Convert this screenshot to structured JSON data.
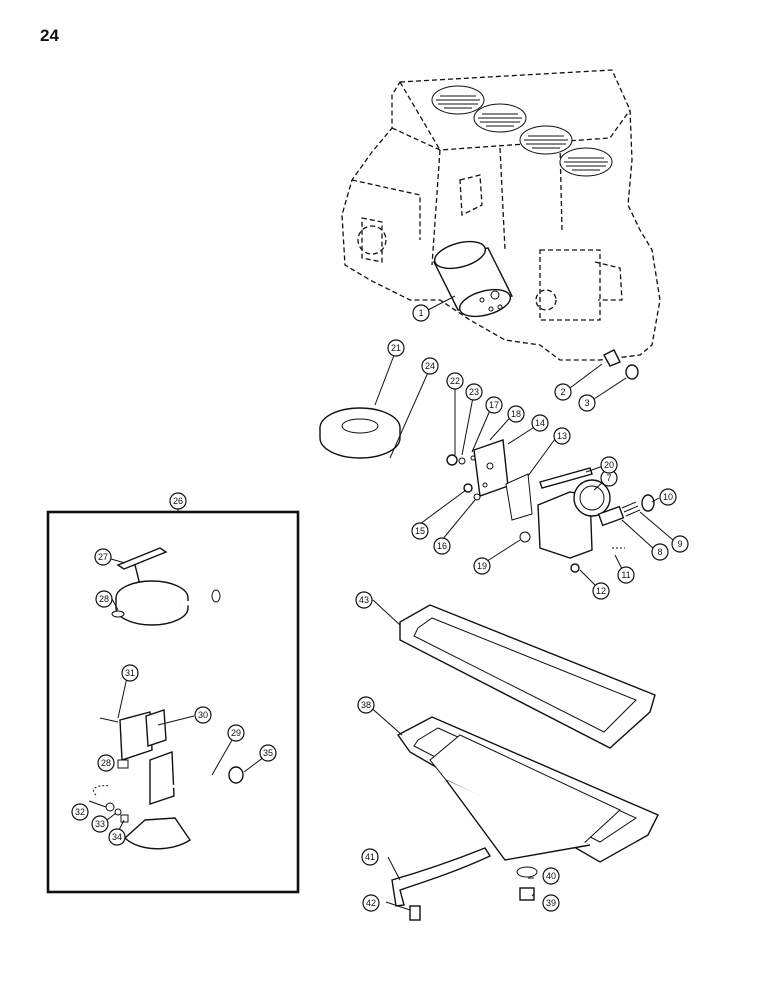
{
  "page_number": "24",
  "inset_callout": "26",
  "callouts": [
    "1",
    "2",
    "3",
    "7",
    "8",
    "9",
    "10",
    "11",
    "12",
    "13",
    "14",
    "15",
    "16",
    "17",
    "18",
    "19",
    "20",
    "21",
    "22",
    "23",
    "24",
    "27",
    "28",
    "29",
    "30",
    "31",
    "32",
    "33",
    "34",
    "35",
    "38",
    "39",
    "40",
    "41",
    "42",
    "43"
  ]
}
